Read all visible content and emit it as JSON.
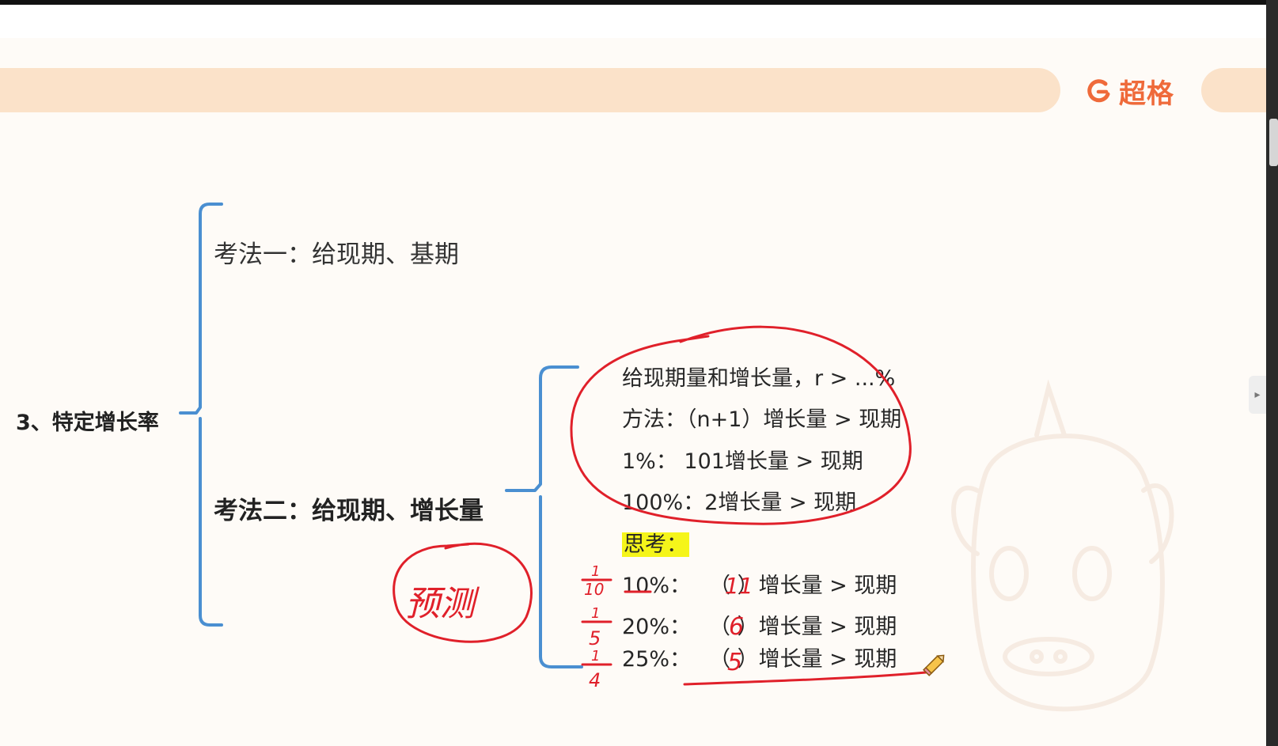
{
  "brand": {
    "name": "超格",
    "icon": "brand-logo-icon",
    "colors": {
      "brand": "#ef6a3a",
      "header_band": "#fbe2c9"
    }
  },
  "mindmap": {
    "main_topic": "3、特定增长率",
    "method_one": "考法一：给现期、基期",
    "method_two": "考法二：给现期、增长量",
    "method_two_details": [
      "给现期量和增长量，r > ...%",
      "方法：（n+1）增长量 > 现期",
      "1%：     101增长量 > 现期",
      "100%：2增长量 > 现期"
    ],
    "think_label": "思考：",
    "think_rows": [
      {
        "percent": "10%：",
        "blank": "（   ）增长量 > 现期"
      },
      {
        "percent": "20%：",
        "blank": "（   ）增长量 > 现期"
      },
      {
        "percent": "25%：",
        "blank": "（   ）增长量 > 现期"
      }
    ],
    "colors": {
      "bracket": "#4a8fd1",
      "highlight": "#f5f51a"
    }
  },
  "annotations": {
    "fractions": [
      {
        "num": "1",
        "den": "10"
      },
      {
        "num": "1",
        "den": "5"
      },
      {
        "num": "1",
        "den": "4"
      }
    ],
    "filled_numbers": [
      "11",
      "6",
      "5"
    ],
    "handwritten_note": "预测",
    "ink_color": "#e0202a",
    "tool_icon": "pencil-icon"
  },
  "sidebar": {
    "toggle_icon": "chevron-right-icon",
    "toggle_glyph": "▸"
  }
}
